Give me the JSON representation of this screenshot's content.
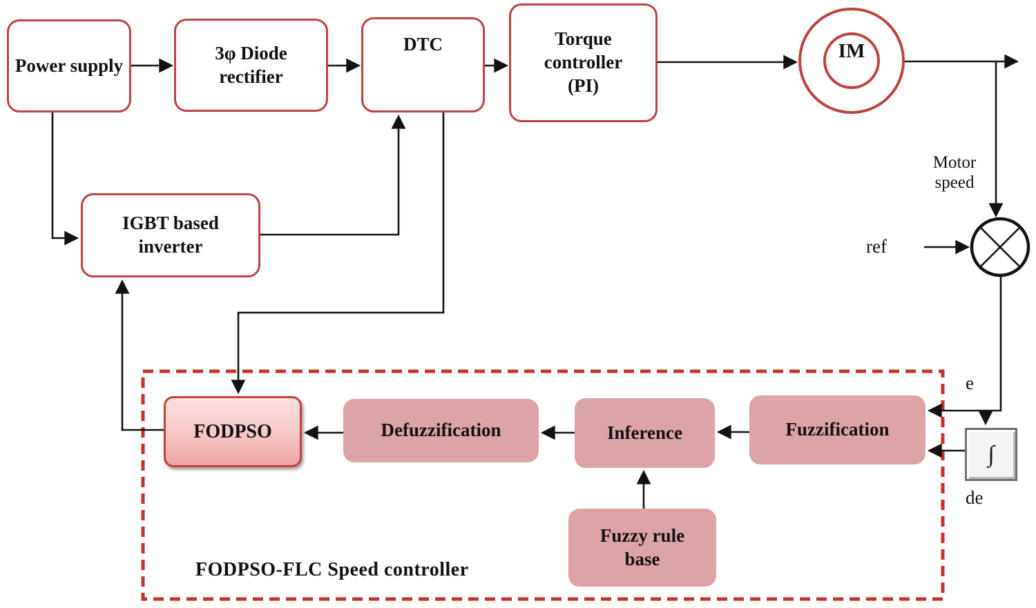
{
  "diagram": {
    "title_caption": "FODPSO-FLC Speed controller",
    "colors": {
      "box_border_red": "#c0413e",
      "dashed_border_red": "#c63328",
      "pink_fill": "#dda4a7",
      "fodpso_gradient_top": "#fce2e2",
      "fodpso_gradient_bottom": "#efa3a3",
      "wire_black": "#121212",
      "background": "#ffffff"
    },
    "blocks": {
      "power_supply": {
        "label": "Power supply"
      },
      "diode_rectifier": {
        "label": "3φ Diode rectifier"
      },
      "dtc": {
        "label": "DTC"
      },
      "torque_controller": {
        "label": "Torque controller (PI)"
      },
      "induction_motor": {
        "label": "IM"
      },
      "igbt_inverter": {
        "label": "IGBT based inverter"
      },
      "fodpso": {
        "label": "FODPSO"
      },
      "defuzzification": {
        "label": "Defuzzification"
      },
      "inference": {
        "label": "Inference"
      },
      "fuzzification": {
        "label": "Fuzzification"
      },
      "fuzzy_rule_base": {
        "label": "Fuzzy rule base"
      },
      "integrator": {
        "label": "∫"
      }
    },
    "labels": {
      "motor_speed": "Motor speed",
      "ref": "ref",
      "error": "e",
      "error_derivative": "de"
    }
  }
}
